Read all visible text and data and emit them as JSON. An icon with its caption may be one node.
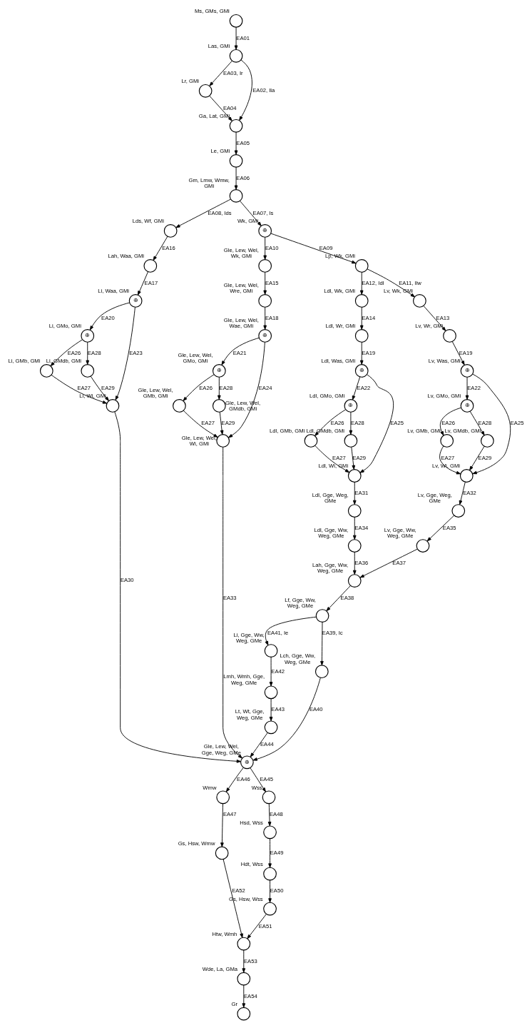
{
  "diagram": {
    "nodes": [
      {
        "text": [
          "Ms, GMs, GMi"
        ]
      },
      {
        "text": [
          "Las, GMi"
        ]
      },
      {
        "text": [
          "Lr, GMi"
        ]
      },
      {
        "text": [
          "Ga, Lat, GMi"
        ]
      },
      {
        "text": [
          "Le, GMi"
        ]
      },
      {
        "text": [
          "Gm, Lmw, Wmw, GMi"
        ]
      },
      {
        "text": [
          "Lds, Wf, GMi"
        ]
      },
      {
        "text": [
          "Wk, GMi",
          "⊕"
        ]
      },
      {
        "text": [
          "Lah, Waa, GMi"
        ]
      },
      {
        "text": [
          "Li, Waa, GMi",
          "⊕"
        ]
      },
      {
        "text": [
          "Li, GMo, GMi",
          "⊕"
        ]
      },
      {
        "text": [
          "Li, GMb, GMi"
        ]
      },
      {
        "text": [
          "Li, GMdb, GMi"
        ]
      },
      {
        "text": [
          "Li, Wi, GMi"
        ]
      },
      {
        "text": [
          "Gle, Lew, Wel, Wk, GMi"
        ]
      },
      {
        "text": [
          "Lp, Wk, GMi"
        ]
      },
      {
        "text": [
          "Gle, Lew, Wel, Wre, GMi"
        ]
      },
      {
        "text": [
          "Ldl, Wk, GMi"
        ]
      },
      {
        "text": [
          "Lv, Wk, GMi"
        ]
      },
      {
        "text": [
          "Gle, Lew, Wel, Wae, GMi",
          "⊕"
        ]
      },
      {
        "text": [
          "Ldl, Wr, GMi"
        ]
      },
      {
        "text": [
          "Lv, Wr, GMi"
        ]
      },
      {
        "text": [
          "Gle, Lew, Wel, GMo, GMi",
          "⊕"
        ]
      },
      {
        "text": [
          "Ldl, Was, GMi",
          "⊕"
        ]
      },
      {
        "text": [
          "Lv, Was, GMi",
          "⊕"
        ]
      },
      {
        "text": [
          "Lv, GMo, GMi",
          "⊕"
        ]
      },
      {
        "text": [
          "Gle, Lew, Wel, GMb, GMi"
        ]
      },
      {
        "text": [
          "Ldl, GMo, GMi",
          "⊕"
        ]
      },
      {
        "text": [
          "Lv, GMb, GMi"
        ]
      },
      {
        "text": [
          "Gle, Lew, Wel, Wi, GMi"
        ]
      },
      {
        "text": [
          "Gle, Lew, Wel, GMdb, GMi"
        ]
      },
      {
        "text": [
          "Ldl, GMb, GMi"
        ]
      },
      {
        "text": [
          "Lv, Wi, GMi"
        ]
      },
      {
        "text": [
          "Ldl, Wi, GMi"
        ]
      },
      {
        "text": [
          "Lv, GMdb, GMi"
        ]
      },
      {
        "text": [
          "Ldl, GMdb, GMi"
        ]
      },
      {
        "text": [
          "Ldl, Gge, Weg, GMe"
        ]
      },
      {
        "text": [
          "Lv, Gge, Weg, GMe"
        ]
      },
      {
        "text": [
          "Lv, Gge, Ww, Weg, GMe"
        ]
      },
      {
        "text": [
          "Ldl, Gge, Ww, Weg, GMe"
        ]
      },
      {
        "text": [
          "Lah, Gge, Ww, Weg, GMe"
        ]
      },
      {
        "text": [
          "Lf, Gge, Ww, Weg, GMe"
        ]
      },
      {
        "text": [
          "Li, Gge, Ww, Weg, GMe"
        ]
      },
      {
        "text": [
          "Lch, Gge, Ww, Weg, GMe"
        ]
      },
      {
        "text": [
          "Lmh, Wmh, Gge, Weg, GMe"
        ]
      },
      {
        "text": [
          "Lt, Wt, Gge, Weg, GMe"
        ]
      },
      {
        "text": [
          "Gle, Lew, Wel, Gge, Weg, GMe",
          "⊕"
        ]
      },
      {
        "text": [
          "Wmw"
        ]
      },
      {
        "text": [
          "Wss"
        ]
      },
      {
        "text": [
          "Gs, Hsw, Wmw"
        ]
      },
      {
        "text": [
          "Hsd, Wss"
        ]
      },
      {
        "text": [
          "Hdt, Wss"
        ]
      },
      {
        "text": [
          "Gs, Hsw, Wss"
        ]
      },
      {
        "text": [
          "Htw, Wmh"
        ]
      },
      {
        "text": [
          "Wde, La, GMa"
        ]
      },
      {
        "text": [
          "Gr"
        ]
      }
    ],
    "edges": [
      {
        "from": 0,
        "to": 1,
        "arrow": "to",
        "label": "EA01"
      },
      {
        "from": 1,
        "to": 2,
        "arrow": "to",
        "label": "EA03, Ir"
      },
      {
        "from": 1,
        "to": 3,
        "arrow": "to",
        "label": "EA02, Ila"
      },
      {
        "from": 2,
        "to": 3,
        "arrow": "to",
        "label": "EA04"
      },
      {
        "from": 3,
        "to": 4,
        "arrow": "to",
        "label": "EA05"
      },
      {
        "from": 4,
        "to": 5,
        "arrow": "to",
        "label": "EA06"
      },
      {
        "from": 5,
        "to": 6,
        "arrow": "to",
        "label": "EA08, Ids"
      },
      {
        "from": 5,
        "to": 7,
        "arrow": "to",
        "label": "EA07, Is"
      },
      {
        "from": 6,
        "to": 8,
        "arrow": "to",
        "label": "EA16"
      },
      {
        "from": 8,
        "to": 9,
        "arrow": "to",
        "label": "EA17"
      },
      {
        "from": 9,
        "to": 10,
        "arrow": "to",
        "label": "EA20"
      },
      {
        "from": 10,
        "to": 11,
        "arrow": "to",
        "label": "EA26"
      },
      {
        "from": 10,
        "to": 12,
        "arrow": "to",
        "label": "EA28"
      },
      {
        "from": 9,
        "to": 13,
        "arrow": "to",
        "label": "EA23"
      },
      {
        "from": 11,
        "to": 13,
        "arrow": "to",
        "label": "EA27"
      },
      {
        "from": 12,
        "to": 13,
        "arrow": "to",
        "label": "EA29"
      },
      {
        "from": 7,
        "to": 14,
        "arrow": "to",
        "label": "EA10"
      },
      {
        "from": 7,
        "to": 15,
        "arrow": "to",
        "label": "EA09"
      },
      {
        "from": 14,
        "to": 16,
        "arrow": "to",
        "label": "EA15"
      },
      {
        "from": 15,
        "to": 17,
        "arrow": "to",
        "label": "EA12, Idl"
      },
      {
        "from": 15,
        "to": 18,
        "arrow": "to",
        "label": "EA11, Ilw"
      },
      {
        "from": 16,
        "to": 19,
        "arrow": "to",
        "label": "EA18"
      },
      {
        "from": 17,
        "to": 20,
        "arrow": "to",
        "label": "EA14"
      },
      {
        "from": 18,
        "to": 21,
        "arrow": "to",
        "label": "EA13"
      },
      {
        "from": 19,
        "to": 22,
        "arrow": "to",
        "label": "EA21"
      },
      {
        "from": 20,
        "to": 23,
        "arrow": "to",
        "label": "EA19"
      },
      {
        "from": 21,
        "to": 24,
        "arrow": "to",
        "label": "EA19"
      },
      {
        "from": 24,
        "to": 25,
        "arrow": "to",
        "label": "EA22"
      },
      {
        "from": 22,
        "to": 26,
        "arrow": "to",
        "label": "EA26"
      },
      {
        "from": 23,
        "to": 27,
        "arrow": "to",
        "label": "EA22"
      },
      {
        "from": 25,
        "to": 28,
        "arrow": "to",
        "label": "EA26"
      },
      {
        "from": 19,
        "to": 29,
        "arrow": "to",
        "label": "EA24"
      },
      {
        "from": 26,
        "to": 29,
        "arrow": "to",
        "label": "EA27"
      },
      {
        "from": 30,
        "to": 29,
        "arrow": "to",
        "label": "EA29"
      },
      {
        "from": 22,
        "to": 30,
        "arrow": "to",
        "label": "EA28"
      },
      {
        "from": 27,
        "to": 31,
        "arrow": "to",
        "label": "EA26"
      },
      {
        "from": 24,
        "to": 32,
        "arrow": "to",
        "label": "EA25"
      },
      {
        "from": 28,
        "to": 32,
        "arrow": "to",
        "label": "EA27"
      },
      {
        "from": 34,
        "to": 32,
        "arrow": "to",
        "label": "EA29"
      },
      {
        "from": 23,
        "to": 33,
        "arrow": "to",
        "label": "EA25"
      },
      {
        "from": 31,
        "to": 33,
        "arrow": "to",
        "label": "EA27"
      },
      {
        "from": 35,
        "to": 33,
        "arrow": "to",
        "label": "EA29"
      },
      {
        "from": 25,
        "to": 34,
        "arrow": "to",
        "label": "EA28"
      },
      {
        "from": 27,
        "to": 35,
        "arrow": "to",
        "label": "EA28"
      },
      {
        "from": 33,
        "to": 36,
        "arrow": "to",
        "label": "EA31"
      },
      {
        "from": 32,
        "to": 37,
        "arrow": "to",
        "label": "EA32"
      },
      {
        "from": 37,
        "to": 38,
        "arrow": "to",
        "label": "EA35"
      },
      {
        "from": 36,
        "to": 39,
        "arrow": "to",
        "label": "EA34"
      },
      {
        "from": 39,
        "to": 40,
        "arrow": "to",
        "label": "EA36"
      },
      {
        "from": 38,
        "to": 40,
        "arrow": "to",
        "label": "EA37"
      },
      {
        "from": 40,
        "to": 41,
        "arrow": "to",
        "label": "EA38"
      },
      {
        "from": 41,
        "to": 42,
        "arrow": "to",
        "label": "EA41, Ie"
      },
      {
        "from": 41,
        "to": 43,
        "arrow": "to",
        "label": "EA39, Ic"
      },
      {
        "from": 42,
        "to": 44,
        "arrow": "to",
        "label": "EA42"
      },
      {
        "from": 44,
        "to": 45,
        "arrow": "to",
        "label": "EA43"
      },
      {
        "from": 45,
        "to": 46,
        "arrow": "to",
        "label": "EA44"
      },
      {
        "from": 43,
        "to": 46,
        "arrow": "to",
        "label": "EA40"
      },
      {
        "from": 13,
        "to": 46,
        "arrow": "to",
        "label": "EA30"
      },
      {
        "from": 29,
        "to": 46,
        "arrow": "to",
        "label": "EA33"
      },
      {
        "from": 46,
        "to": 47,
        "arrow": "to",
        "label": "EA46"
      },
      {
        "from": 46,
        "to": 48,
        "arrow": "to",
        "label": "EA45"
      },
      {
        "from": 47,
        "to": 49,
        "arrow": "to",
        "label": "EA47"
      },
      {
        "from": 48,
        "to": 50,
        "arrow": "to",
        "label": "EA48"
      },
      {
        "from": 50,
        "to": 51,
        "arrow": "to",
        "label": "EA49"
      },
      {
        "from": 51,
        "to": 52,
        "arrow": "to",
        "label": "EA50"
      },
      {
        "from": 49,
        "to": 53,
        "arrow": "to",
        "label": "EA52"
      },
      {
        "from": 52,
        "to": 53,
        "arrow": "to",
        "label": "EA51"
      },
      {
        "from": 53,
        "to": 54,
        "arrow": "to",
        "label": "EA53"
      },
      {
        "from": 54,
        "to": 55,
        "arrow": "to",
        "label": "EA54"
      }
    ]
  }
}
